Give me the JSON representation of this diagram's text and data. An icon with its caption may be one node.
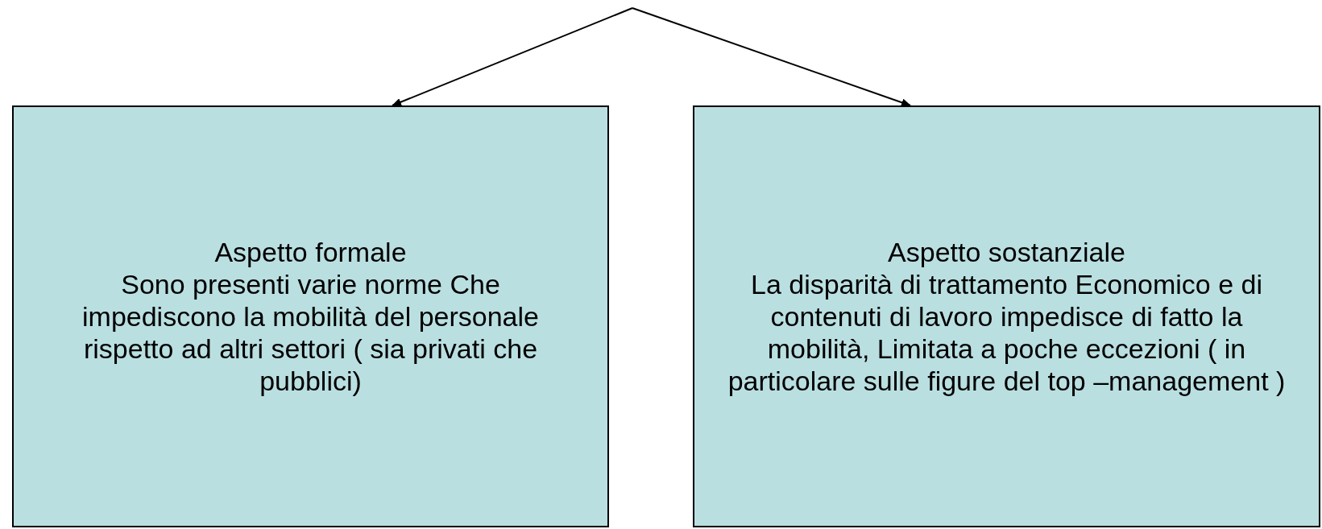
{
  "diagram": {
    "nodes": [
      {
        "text": [
          "Aspetto formale",
          "Sono presenti varie norme Che impediscono la mobilità del personale rispetto ad altri settori ( sia privati che pubblici)"
        ]
      },
      {
        "text": [
          "Aspetto sostanziale",
          "La disparità di trattamento Economico e di contenuti di lavoro impedisce di fatto la mobilità, Limitata a poche eccezioni ( in particolare sulle figure del top –management )"
        ]
      }
    ],
    "edges": [
      {
        "from": null,
        "to": 0,
        "arrow": "to"
      },
      {
        "from": null,
        "to": 1,
        "arrow": "to"
      }
    ]
  }
}
